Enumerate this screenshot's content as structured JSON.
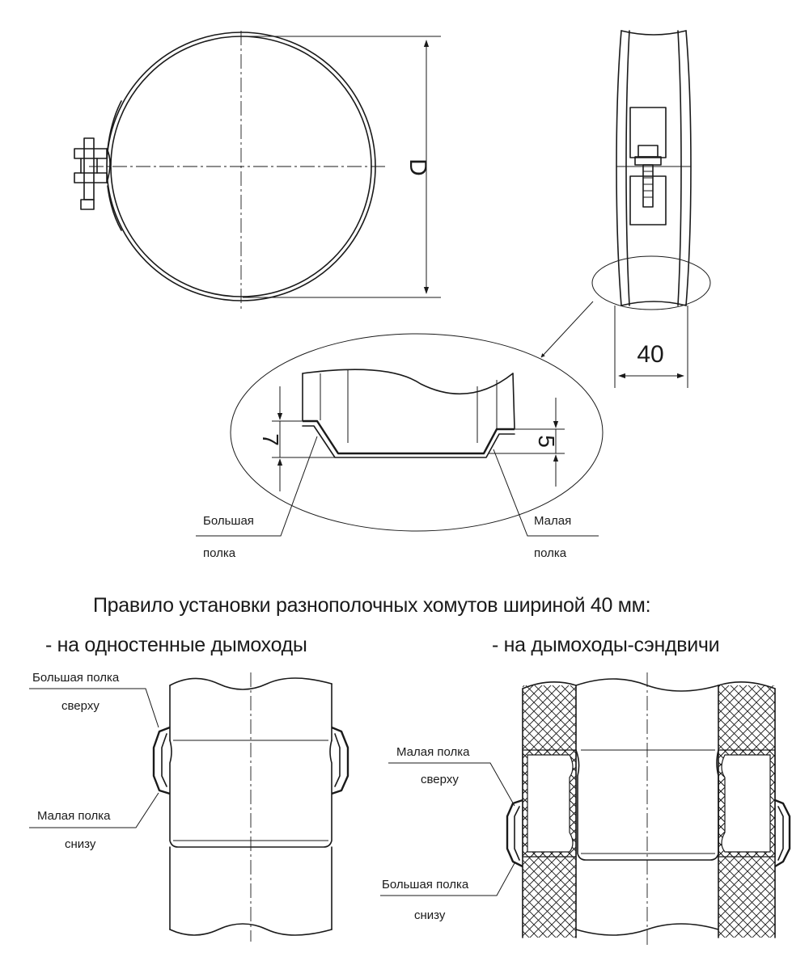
{
  "dimensions": {
    "diameter": "D",
    "width": "40",
    "large_flange_height": "7",
    "small_flange_height": "5"
  },
  "detail_labels": {
    "large_flange_line1": "Большая",
    "large_flange_line2": "полка",
    "small_flange_line1": "Малая",
    "small_flange_line2": "полка"
  },
  "rule_title": "Правило установки разнополочных хомутов шириной 40 мм:",
  "single_wall": {
    "heading": "- на одностенные дымоходы",
    "top_label_line1": "Большая полка",
    "top_label_line2": "сверху",
    "bottom_label_line1": "Малая полка",
    "bottom_label_line2": "снизу"
  },
  "sandwich": {
    "heading": "- на дымоходы-сэндвичи",
    "top_label_line1": "Малая полка",
    "top_label_line2": "сверху",
    "bottom_label_line1": "Большая полка",
    "bottom_label_line2": "снизу"
  }
}
